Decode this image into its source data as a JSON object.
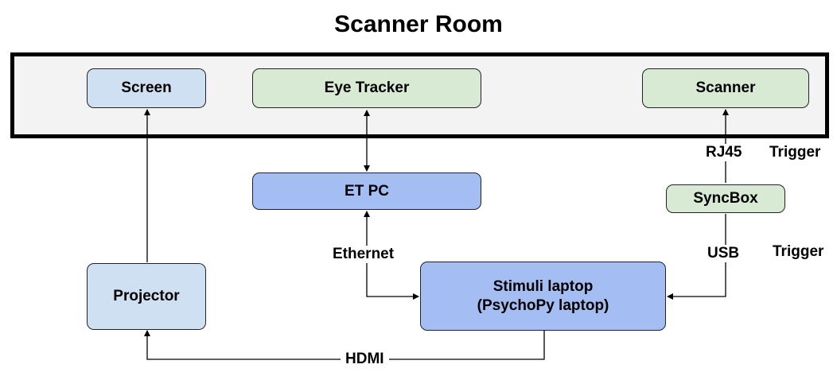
{
  "title": "Scanner Room",
  "nodes": {
    "screen": "Screen",
    "eye_tracker": "Eye Tracker",
    "scanner": "Scanner",
    "et_pc": "ET PC",
    "syncbox": "SyncBox",
    "projector": "Projector",
    "stimuli_line1": "Stimuli laptop",
    "stimuli_line2": "(PsychoPy laptop)"
  },
  "edge_labels": {
    "rj45": "RJ45",
    "trigger_top": "Trigger",
    "usb": "USB",
    "trigger_bottom": "Trigger",
    "ethernet": "Ethernet",
    "hdmi": "HDMI"
  },
  "colors": {
    "room_fill": "#f3f3f3",
    "blue_light": "#cfe0f3",
    "green_light": "#d8ead3",
    "blue_mid": "#a4bdf2"
  }
}
